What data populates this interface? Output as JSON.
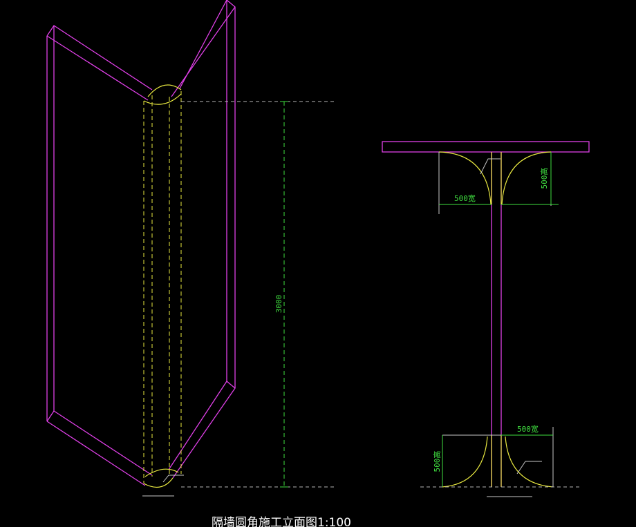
{
  "drawing": {
    "title": "隔墙圆角施工立面图1:100",
    "dimensions": {
      "height_main": "3000",
      "width_top_right": "500宽",
      "height_top_right": "500高",
      "width_bottom_right": "500宽",
      "height_bottom_right": "500高"
    },
    "background": "#000000",
    "colors": {
      "wall_outline": "#e040e8",
      "fillet": "#e8e840",
      "dimension": "#40e040",
      "reference_line": "#b8b8b8"
    }
  }
}
